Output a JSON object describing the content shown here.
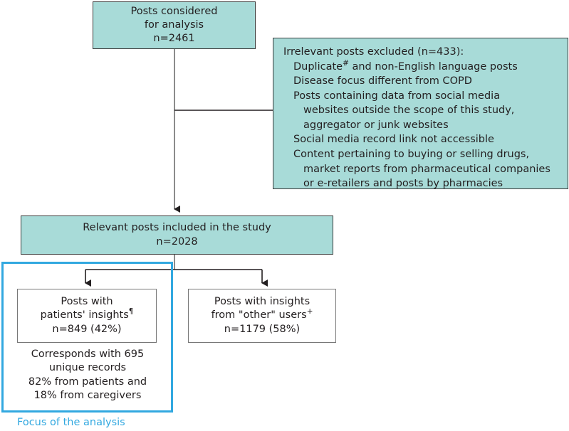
{
  "colors": {
    "teal_fill": "#a8dbd8",
    "box_border": "#3b3b3b",
    "white_box_border": "#777777",
    "accent_blue": "#32a8e0",
    "text": "#231f20",
    "connector": "#6e6e6e"
  },
  "nodes": {
    "considered": {
      "name": "posts-considered",
      "lines": [
        "Posts considered",
        "for analysis",
        "n=2461"
      ],
      "line1": "Posts considered",
      "line2": "for analysis",
      "line3": "n=2461",
      "count": 2461,
      "style": "teal"
    },
    "excluded": {
      "name": "irrelevant-posts-excluded",
      "heading": "Irrelevant posts excluded  (n=433):",
      "count": 433,
      "items": [
        {
          "text_before_sup": "Duplicate",
          "sup": "#",
          "text_after_sup": " and non-English language posts",
          "continuations": []
        },
        {
          "text_before_sup": "Disease focus different from COPD",
          "sup": "",
          "text_after_sup": "",
          "continuations": []
        },
        {
          "text_before_sup": "Posts containing data from social media",
          "sup": "",
          "text_after_sup": "",
          "continuations": [
            "websites outside the scope of this study,",
            "aggregator or junk websites"
          ]
        },
        {
          "text_before_sup": "Social media record link not accessible",
          "sup": "",
          "text_after_sup": "",
          "continuations": []
        },
        {
          "text_before_sup": "Content pertaining to buying or selling drugs,",
          "sup": "",
          "text_after_sup": "",
          "continuations": [
            "market reports from pharmaceutical companies",
            "or e-retailers and posts by pharmacies"
          ]
        }
      ],
      "style": "teal"
    },
    "relevant": {
      "name": "relevant-posts-included",
      "line1": "Relevant posts included in the study",
      "line2": "n=2028",
      "count": 2028,
      "style": "teal"
    },
    "patients": {
      "name": "posts-with-patients-insights",
      "line1": "Posts with",
      "line2_text": "patients' insights",
      "line2_sup": "¶",
      "line3": "n=849 (42%)",
      "count": 849,
      "percent": 42,
      "style": "white"
    },
    "other": {
      "name": "posts-with-other-users-insights",
      "line1": "Posts with insights",
      "line2_text": "from \"other\" users",
      "line2_sup": "+",
      "line3": "n=1179 (58%)",
      "count": 1179,
      "percent": 58,
      "style": "white"
    }
  },
  "focus": {
    "note_line1": "Corresponds with 695",
    "note_line2": "unique records",
    "note_line3": "82% from patients and",
    "note_line4": "18% from caregivers",
    "unique_records": 695,
    "percent_patients": 82,
    "percent_caregivers": 18,
    "caption": "Focus of the analysis"
  }
}
